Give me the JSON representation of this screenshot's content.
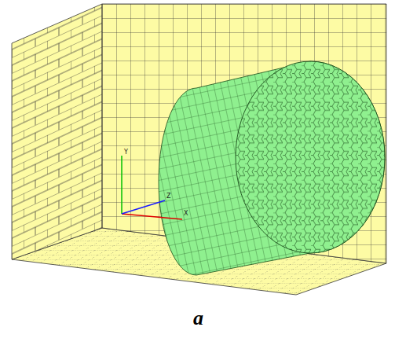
{
  "diagram": {
    "caption": "a",
    "labels": [
      "Y",
      "Z",
      "X"
    ]
  }
}
